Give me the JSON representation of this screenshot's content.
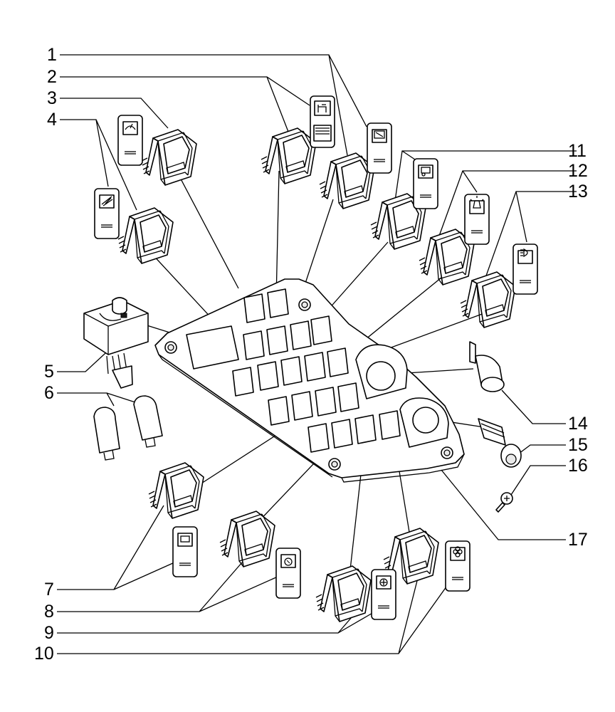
{
  "callouts": {
    "n1": "1",
    "n2": "2",
    "n3": "3",
    "n4": "4",
    "n5": "5",
    "n6": "6",
    "n7": "7",
    "n8": "8",
    "n9": "9",
    "n10": "10",
    "n11": "11",
    "n12": "12",
    "n13": "13",
    "n14": "14",
    "n15": "15",
    "n16": "16",
    "n17": "17"
  },
  "icons": {
    "switch_symbols": [
      "wiper-icon",
      "front-windscreen-icon",
      "rear-window-icon",
      "work-light-icon",
      "beacon-icon",
      "headlight-icon",
      "lift-icon",
      "tractor-icon",
      "diff-lock-icon",
      "fan-icon",
      "four-wheel-drive-icon"
    ]
  }
}
